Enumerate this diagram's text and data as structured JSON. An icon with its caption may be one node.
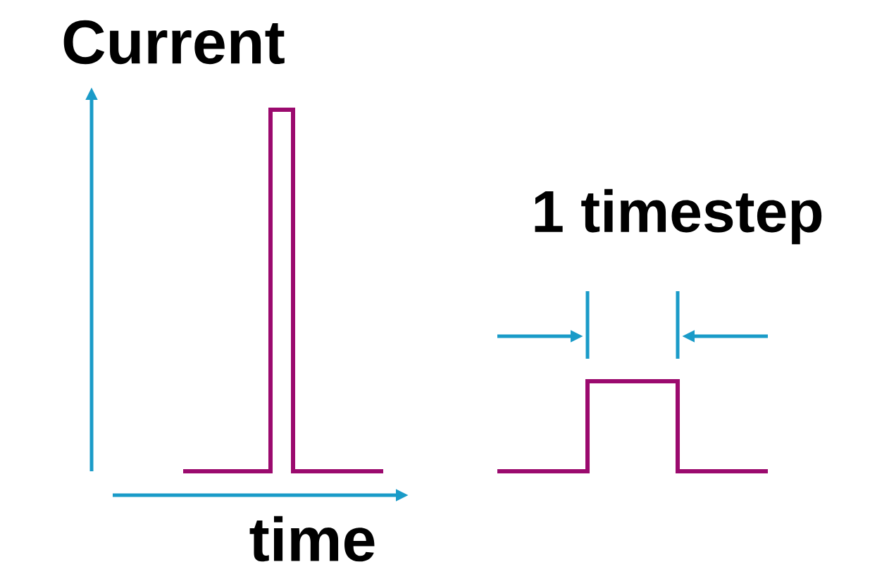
{
  "diagram": {
    "labels": [
      "Current",
      "time",
      "1 timestep"
    ]
  }
}
